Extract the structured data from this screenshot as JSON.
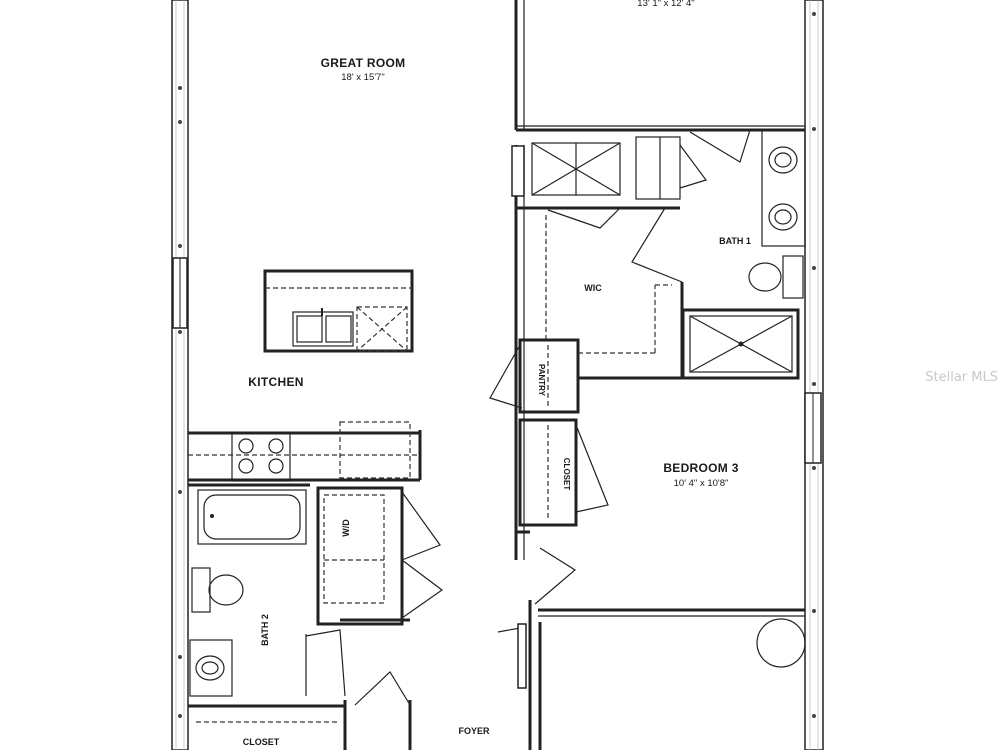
{
  "rooms": {
    "top_room_dims": "13' 1\" x 12' 4\"",
    "great_room": {
      "name": "GREAT ROOM",
      "dims": "18' x 15'7\""
    },
    "kitchen": "KITCHEN",
    "bath1": "BATH 1",
    "wic": "WIC",
    "pantry": "PANTRY",
    "closet_vertical": "CLOSET",
    "bedroom3": {
      "name": "BEDROOM 3",
      "dims": "10' 4\" x 10'8\""
    },
    "wd": "W/D",
    "bath2": "BATH 2",
    "foyer": "FOYER",
    "closet_bottom": "CLOSET"
  },
  "watermark": "Stellar MLS"
}
